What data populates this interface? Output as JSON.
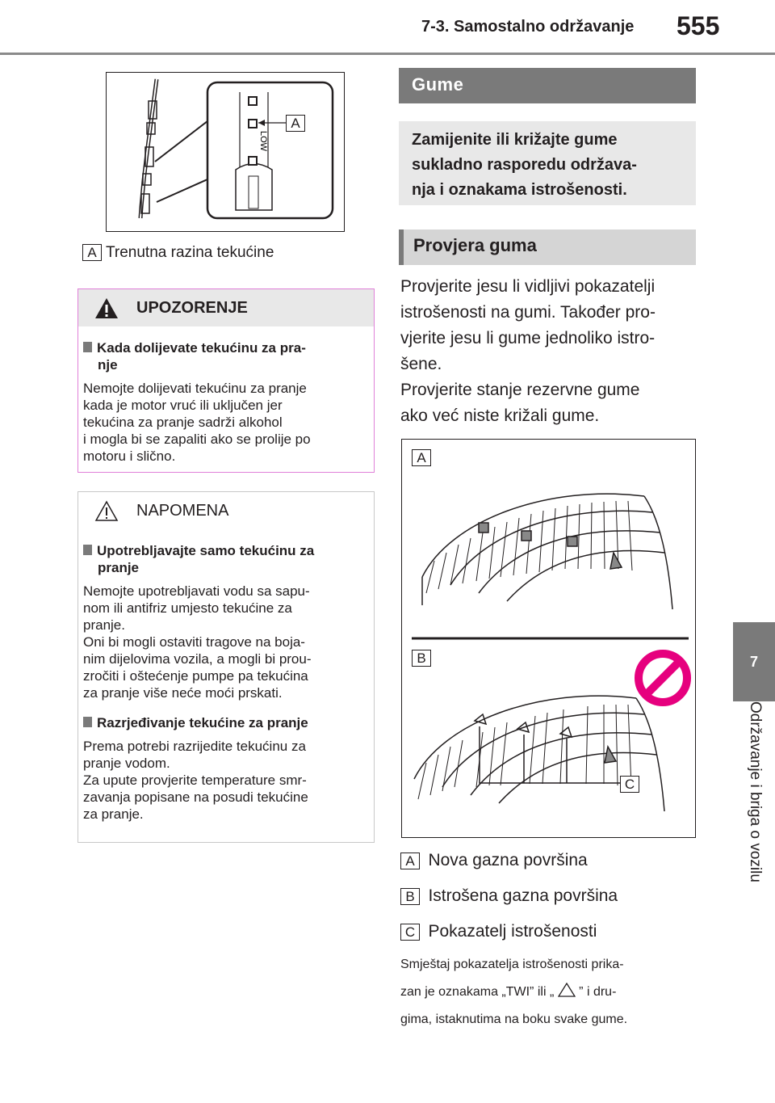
{
  "header": {
    "section": "7-3. Samostalno održavanje",
    "page_number": "555"
  },
  "side_tab": {
    "chapter_number": "7",
    "chapter_title": "Održavanje i briga o vozilu"
  },
  "figure1": {
    "callout": "A",
    "caption_label": "A",
    "caption": "Trenutna razina tekućine",
    "gauge_text": "LOW"
  },
  "warning": {
    "title": "UPOZORENJE",
    "heading_line1": "Kada dolijevate tekućinu za pra-",
    "heading_line2": "nje",
    "body": "Nemojte dolijevati tekućinu za pranje\nkada je motor vruć ili uključen jer\ntekućina za pranje sadrži alkohol\ni mogla bi se zapaliti ako se prolije po\nmotoru i slično."
  },
  "note": {
    "title": "NAPOMENA",
    "heading1_line1": "Upotrebljavajte samo tekućinu za",
    "heading1_line2": "pranje",
    "body1": "Nemojte upotrebljavati vodu sa sapu-\nnom ili antifriz umjesto tekućine za\npranje.\nOni bi mogli ostaviti tragove na boja-\nnim dijelovima vozila, a mogli bi prou-\nzročiti i oštećenje pumpe pa tekućina\nza pranje više neće moći prskati.",
    "heading2": "Razrjeđivanje tekućine za pranje",
    "body2": "Prema potrebi razrijedite tekućinu za\npranje vodom.\nZa upute provjerite temperature smr-\nzavanja popisane na posudi tekućine\nza pranje."
  },
  "section_gume": {
    "title": "Gume"
  },
  "intro": {
    "text": "Zamijenite ili križajte gume\nsukladno rasporedu održava-\nnja i oznakama istrošenosti."
  },
  "section_provjera": {
    "title": "Provjera guma"
  },
  "paragraph": "Provjerite jesu li vidljivi pokazatelji\nistrošenosti na gumi. Također pro-\nvjerite jesu li gume jednoliko istro-\nšene.\nProvjerite stanje rezervne gume\nako već niste križali gume.",
  "figure2": {
    "label_a": "A",
    "label_b": "B",
    "label_c": "C",
    "legend": [
      {
        "label": "A",
        "text": "Nova gazna površina"
      },
      {
        "label": "B",
        "text": "Istrošena gazna površina"
      },
      {
        "label": "C",
        "text": "Pokazatelj istrošenosti"
      }
    ]
  },
  "footnote": {
    "part1": "Smještaj pokazatelja istrošenosti prika-",
    "part2": "zan je oznakama „TWI” ili „",
    "part3": "” i dru-",
    "part4": "gima, istaknutima na boku svake gume."
  },
  "colors": {
    "warning_border": "#e080d8",
    "prohibit": "#e6007e",
    "gray_bar": "#7a7a7a"
  }
}
